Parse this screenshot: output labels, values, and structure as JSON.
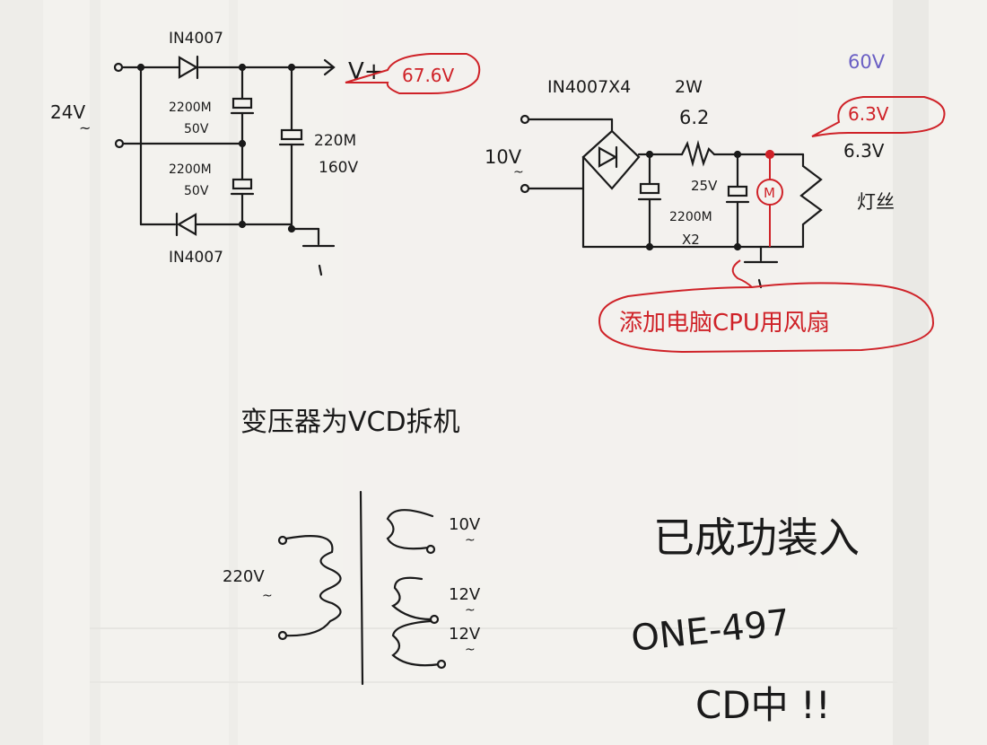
{
  "colors": {
    "paper": "#f3f2ee",
    "ink": "#1a1a1a",
    "red_ink": "#cf2228",
    "blue_ink": "#6a5fc4"
  },
  "left_circuit": {
    "diode_top_label": "IN4007",
    "output_label": "V+",
    "output_voltage": "67.6V",
    "input_voltage": "24V",
    "input_ac_symbol": "~",
    "cap1_capacitance": "2200M",
    "cap1_voltage": "50V",
    "cap2_capacitance": "2200M",
    "cap2_voltage": "50V",
    "cap3_capacitance": "220M",
    "cap3_voltage": "160V",
    "diode_bottom_label": "IN4007"
  },
  "right_circuit": {
    "bridge_label": "IN4007X4",
    "resistor_power": "2W",
    "resistor_value": "6.2",
    "input_voltage": "10V",
    "input_ac_symbol": "~",
    "cap_voltage": "25V",
    "cap_capacitance": "2200M",
    "cap_count": "X2",
    "motor_symbol": "M",
    "output_voltage_red": "6.3V",
    "output_voltage": "6.3V",
    "top_note_blue": "60V",
    "filament_label": "灯丝",
    "annotation_red": "添加电脑CPU用风扇"
  },
  "transformer": {
    "heading": "变压器为VCD拆机",
    "primary_voltage": "220V",
    "primary_ac_symbol": "~",
    "secondary1": "10V",
    "secondary2": "12V",
    "secondary3": "12V",
    "ac_symbol": "~"
  },
  "notes": {
    "line1": "已成功装入",
    "line2": "ONE-497",
    "line3": "CD中 !!"
  }
}
